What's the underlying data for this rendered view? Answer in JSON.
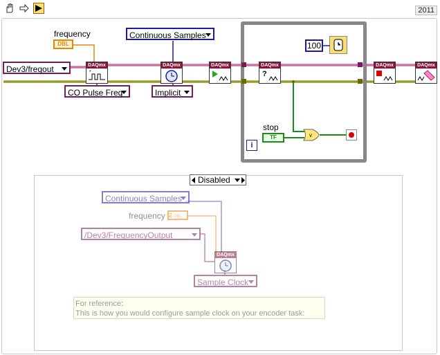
{
  "toolbar": {
    "icons": [
      "hand-icon",
      "arrow-icon",
      "run-icon"
    ],
    "version": "2011"
  },
  "diagram": {
    "frequency_label": "frequency",
    "frequency_type": "DBL",
    "device_path": "Dev3/freqout",
    "continuous_samples": "Continuous Samples",
    "co_pulse_freq": "CO Pulse Freq",
    "implicit": "Implicit",
    "daqmx_label": "DAQmx",
    "wait_ms": "100",
    "stop_label": "stop",
    "stop_type": "TF",
    "loop_index": "i",
    "wire_color": "#7a1a5a"
  },
  "disabled_structure": {
    "selector": "Disabled",
    "continuous_samples": "Continuous Samples",
    "frequency_label": "frequency",
    "frequency_type": "DBL",
    "frequency_value": "2",
    "device_path": "/Dev3/FrequencyOutput",
    "sample_clock": "Sample Clock",
    "comment_line1": "For reference:",
    "comment_line2": "This is how you would configure sample clock on your encoder task:"
  }
}
